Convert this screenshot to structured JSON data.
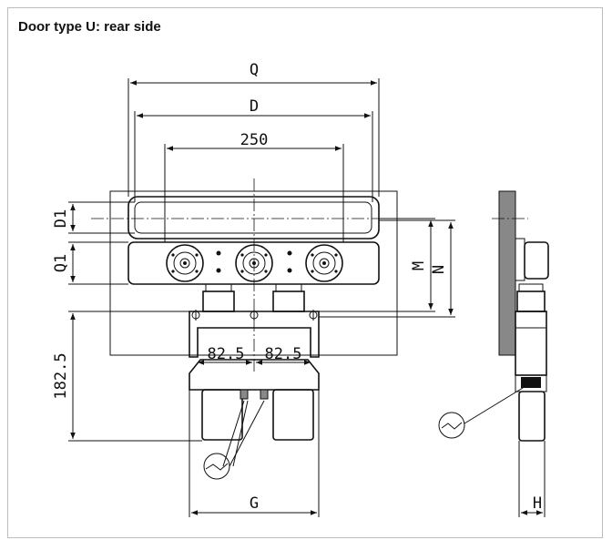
{
  "title": "Door type U: rear side",
  "dimensions": {
    "q": "Q",
    "d": "D",
    "d250": "250",
    "d1": "D1",
    "q1": "Q1",
    "m": "M",
    "n": "N",
    "h1825": "182.5",
    "h825a": "82.5",
    "h825b": "82.5",
    "g": "G",
    "h": "H"
  }
}
